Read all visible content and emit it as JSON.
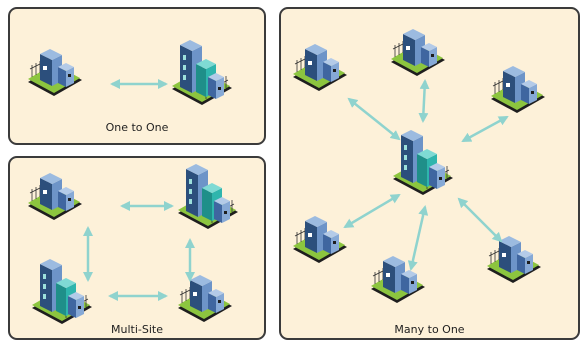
{
  "panels": {
    "one_to_one": {
      "label": "One to One"
    },
    "multi_site": {
      "label": "Multi-Site"
    },
    "many_to_one": {
      "label": "Many to One"
    }
  },
  "colors": {
    "panel_bg": "#fdf1d9",
    "panel_border": "#3b3b3b",
    "lawn": "#8cc53f",
    "arrow": "#8fd3ce",
    "building_dark": "#2c4f7c",
    "building_light": "#6d94c8",
    "building_teal": "#2fb5ad"
  },
  "icons": {
    "site": "building-site-icon",
    "hq": "headquarters-site-icon",
    "link": "bidirectional-arrow-icon"
  }
}
